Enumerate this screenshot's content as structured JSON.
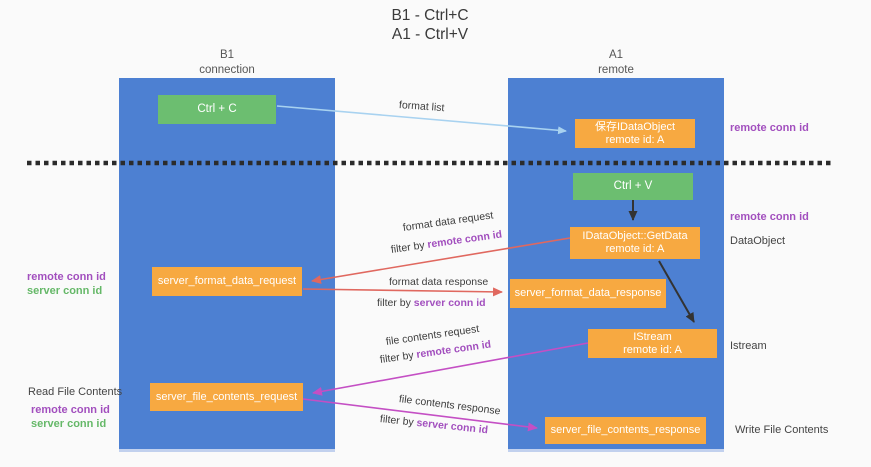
{
  "title": {
    "line1": "B1 - Ctrl+C",
    "line2": "A1 - Ctrl+V"
  },
  "lanes": {
    "left": {
      "title": "B1",
      "subtitle": "connection"
    },
    "right": {
      "title": "A1",
      "subtitle": "remote"
    }
  },
  "nodes": {
    "ctrl_c": {
      "label": "Ctrl + C"
    },
    "ctrl_v": {
      "label": "Ctrl + V"
    },
    "save_idataobject": {
      "line1": "保存IDataObject",
      "line2": "remote id: A"
    },
    "getdata": {
      "line1": "IDataObject::GetData",
      "line2": "remote id: A"
    },
    "istream": {
      "line1": "IStream",
      "line2": "remote id: A"
    },
    "format_request": {
      "label": "server_format_data_request"
    },
    "format_response": {
      "label": "server_format_data_response"
    },
    "file_request": {
      "label": "server_file_contents_request"
    },
    "file_response": {
      "label": "server_file_contents_response"
    }
  },
  "side_labels": {
    "right_remote_conn_id_top": "remote conn id",
    "right_remote_conn_id_mid": "remote conn id",
    "dataobject": "DataObject",
    "istream": "Istream",
    "write_file_contents": "Write File Contents",
    "left_remote_conn_id_1": "remote conn id",
    "left_server_conn_id_1": "server conn id",
    "read_file_contents": "Read File Contents",
    "left_remote_conn_id_2": "remote conn id",
    "left_server_conn_id_2": "server conn id"
  },
  "arrow_labels": {
    "format_list": "format list",
    "format_data_request": "format data request",
    "format_request_filter_prefix": "filter by ",
    "format_request_filter_key": "remote conn id",
    "format_data_response": "format data response",
    "format_response_filter_prefix": "filter by ",
    "format_response_filter_key": "server conn id",
    "file_contents_request": "file contents request",
    "file_request_filter_prefix": "filter by ",
    "file_request_filter_key": "remote conn id",
    "file_contents_response": "file contents response",
    "file_response_filter_prefix": "filter by ",
    "file_response_filter_key": "server conn id"
  },
  "colors": {
    "lane_blue": "#4d80d2",
    "box_orange": "#f7a941",
    "box_green": "#6cbe70",
    "arrow_light_blue": "#a8d2f0",
    "arrow_red": "#e0685f",
    "arrow_magenta": "#c44fc4",
    "arrow_black": "#333333",
    "text_purple": "#a24fbe",
    "text_green": "#65b868",
    "dashed_line": "#2b2b2b",
    "background": "#fafafa"
  }
}
